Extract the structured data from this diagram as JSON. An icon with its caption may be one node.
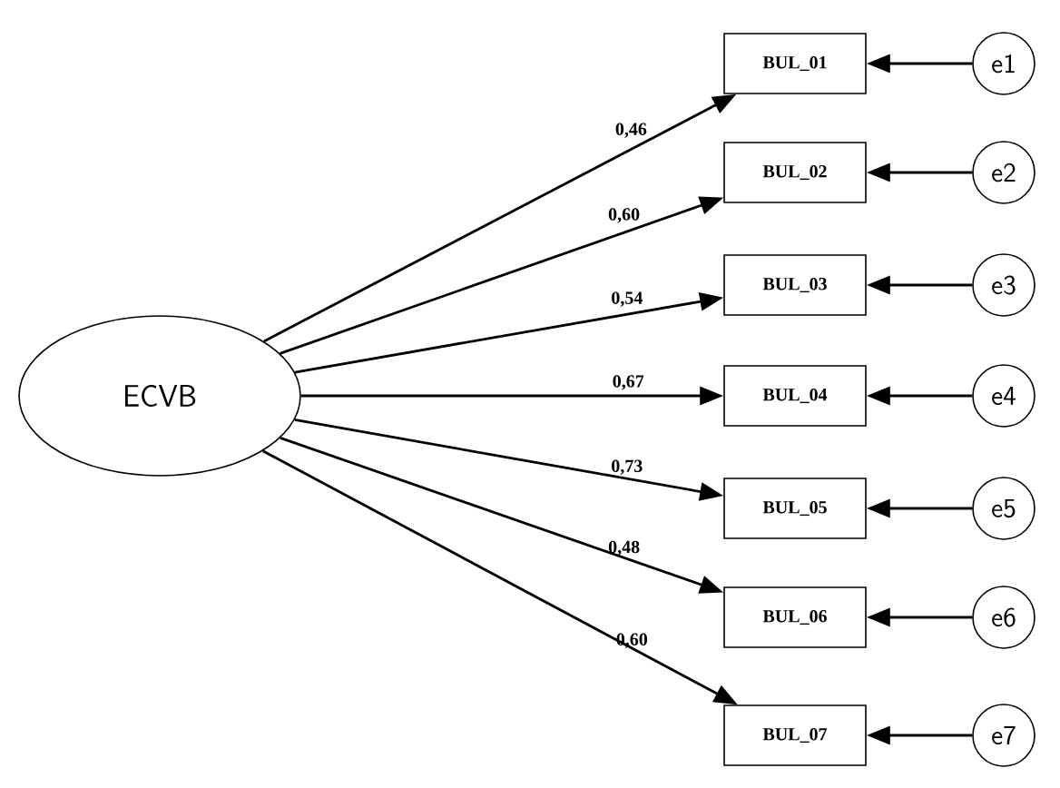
{
  "diagram": {
    "nodes": [
      {
        "text": [
          "ECVB"
        ]
      },
      {
        "text": [
          "BUL_01"
        ]
      },
      {
        "text": [
          "BUL_02"
        ]
      },
      {
        "text": [
          "BUL_03"
        ]
      },
      {
        "text": [
          "BUL_04"
        ]
      },
      {
        "text": [
          "BUL_05"
        ]
      },
      {
        "text": [
          "BUL_06"
        ]
      },
      {
        "text": [
          "BUL_07"
        ]
      },
      {
        "text": [
          "e1"
        ]
      },
      {
        "text": [
          "e2"
        ]
      },
      {
        "text": [
          "e3"
        ]
      },
      {
        "text": [
          "e4"
        ]
      },
      {
        "text": [
          "e5"
        ]
      },
      {
        "text": [
          "e6"
        ]
      },
      {
        "text": [
          "e7"
        ]
      }
    ],
    "edges": [
      {
        "from": 0,
        "to": 1,
        "arrow": "to",
        "label": "0,46"
      },
      {
        "from": 0,
        "to": 2,
        "arrow": "to",
        "label": "0,60"
      },
      {
        "from": 0,
        "to": 3,
        "arrow": "to",
        "label": "0,54"
      },
      {
        "from": 0,
        "to": 4,
        "arrow": "to",
        "label": "0,67"
      },
      {
        "from": 0,
        "to": 5,
        "arrow": "to",
        "label": "0,73"
      },
      {
        "from": 0,
        "to": 6,
        "arrow": "to",
        "label": "0,48"
      },
      {
        "from": 0,
        "to": 7,
        "arrow": "to",
        "label": "0,60"
      },
      {
        "from": 8,
        "to": 1,
        "arrow": "to"
      },
      {
        "from": 9,
        "to": 2,
        "arrow": "to"
      },
      {
        "from": 10,
        "to": 3,
        "arrow": "to"
      },
      {
        "from": 11,
        "to": 4,
        "arrow": "to"
      },
      {
        "from": 12,
        "to": 5,
        "arrow": "to"
      },
      {
        "from": 13,
        "to": 6,
        "arrow": "to"
      },
      {
        "from": 14,
        "to": 7,
        "arrow": "to"
      }
    ]
  }
}
